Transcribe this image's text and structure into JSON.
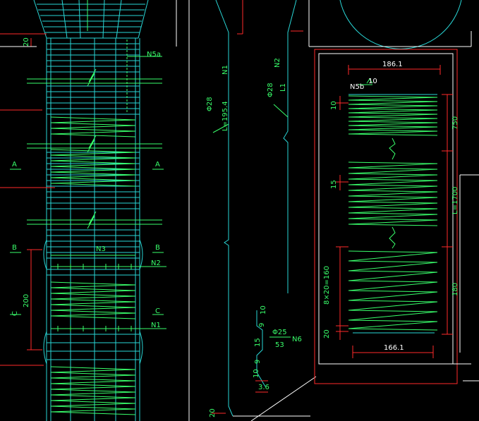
{
  "colors": {
    "background": "#000000",
    "green": "#39ff6b",
    "cyan": "#29d6d6",
    "red": "#ff2a2a",
    "white": "#ffffff"
  },
  "labels": {
    "n5a": "N5a",
    "section_a_left": "A",
    "section_a_right": "A",
    "section_b_left": "B",
    "section_b_right": "B",
    "section_c_left": "C",
    "section_c_right": "C",
    "n3": "N3",
    "n2_left": "N2",
    "n1_left": "N1",
    "dim_20_top": "20",
    "dim_200": "200",
    "dim_20_bottom_left": "20",
    "n1_bar_dia": "Φ28",
    "n1_bar_len": "L=195.4",
    "n1_bar_name": "N1",
    "n2_bar_dia": "Φ28",
    "n2_bar_len": "L1",
    "n2_bar_name": "N2",
    "n6_top": "10",
    "n6_a": "9",
    "n6_b": "15",
    "n6_c": "9",
    "n6_d": "10",
    "n6_e": "3.6",
    "n6_dia": "Φ25",
    "n6_len": "53",
    "n6_name": "N6",
    "n5b": "N5b",
    "dim_186": "186.1",
    "dim_10_top": "10",
    "dim_10_left": "10",
    "dim_750": "750",
    "dim_15": "15",
    "dim_l1700": "L=1700",
    "dim_8x20": "8×20=160",
    "dim_180": "180",
    "dim_20_right": "20",
    "dim_166": "166.1"
  }
}
